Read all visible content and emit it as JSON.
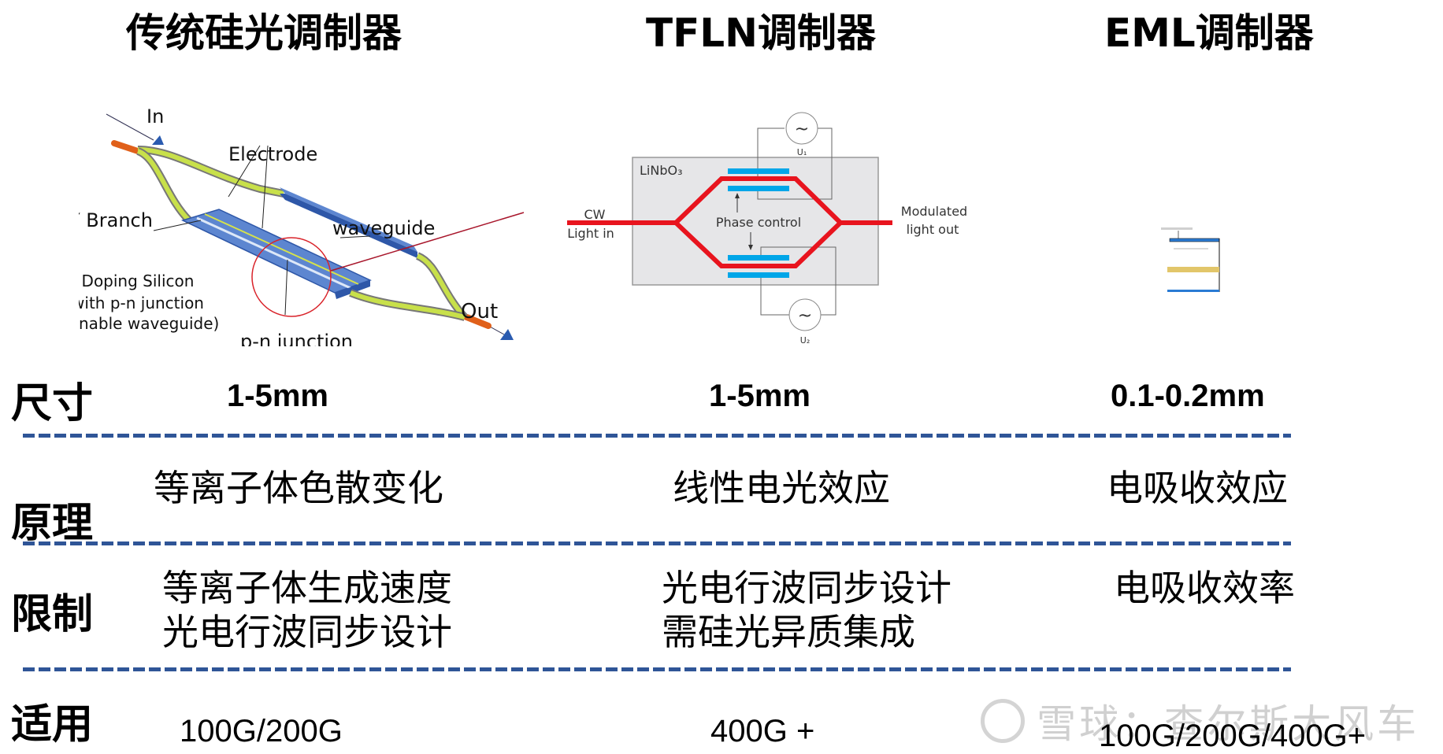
{
  "columns": [
    {
      "title": "传统硅光调制器"
    },
    {
      "title": "TFLN调制器"
    },
    {
      "title": "EML调制器"
    }
  ],
  "diagram_si": {
    "in_label": "In",
    "out_label": "Out",
    "electrode_label": "Electrode",
    "y_branch_label": "Y Branch",
    "waveguide_label": "waveguide",
    "doping_lines": [
      "Doping Silicon",
      "with p-n junction",
      "(tunable waveguide)"
    ],
    "pn_label": "p-n junction"
  },
  "diagram_tfln": {
    "substrate_label": "LiNbO₃",
    "input_lines": [
      "CW",
      "Light in"
    ],
    "output_lines": [
      "Modulated",
      "light out"
    ],
    "phase_label": "Phase control",
    "source1_label": "U₁",
    "source2_label": "U₂",
    "source_symbol": "~"
  },
  "rows": [
    {
      "label": "尺寸",
      "values": [
        "1-5mm",
        "1-5mm",
        "0.1-0.2mm"
      ]
    },
    {
      "label": "原理",
      "values": [
        "等离子体色散变化",
        "线性电光效应",
        "电吸收效应"
      ]
    },
    {
      "label": "限制",
      "values": [
        [
          "等离子体生成速度",
          "光电行波同步设计"
        ],
        [
          "光电行波同步设计",
          "需硅光异质集成"
        ],
        [
          "电吸收效率"
        ]
      ]
    },
    {
      "label": "适用",
      "values": [
        "100G/200G",
        "400G +",
        "100G/200G/400G+"
      ]
    }
  ],
  "watermark": "雪球：查尔斯大风车",
  "colors": {
    "dash": "#2F5597",
    "tfln_waveguide": "#E8141E",
    "tfln_electrode": "#00A6E8",
    "tfln_substrate": "#E6E6E8",
    "si_electrode": "#3A63B8",
    "si_waveguide": "#C8E04A",
    "highlight_circle": "#D9232A"
  }
}
